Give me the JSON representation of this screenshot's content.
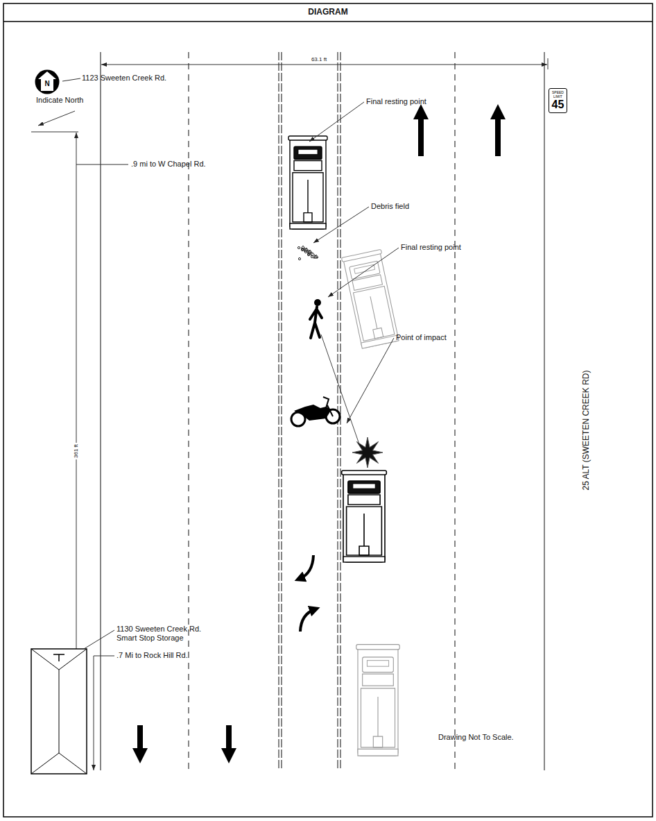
{
  "diagram": {
    "title": "DIAGRAM",
    "nodes": [
      {
        "text": [
          "N"
        ]
      },
      {
        "text": [
          "SPEED LIMIT",
          "45"
        ]
      }
    ],
    "labels": [
      "1123 Sweeten Creek Rd.",
      "Indicate North",
      ".9 mi to W Chapel Rd.",
      "63.1 ft",
      "361 ft",
      "Final resting point",
      "Debris field",
      "Final resting point",
      "Point of impact",
      "1130 Sweeten Creek Rd. Smart Stop Storage",
      ".7 Mi to Rock Hill Rd.",
      "Drawing Not To Scale.",
      "25 ALT (SWEETEN CREEK RD)"
    ]
  }
}
